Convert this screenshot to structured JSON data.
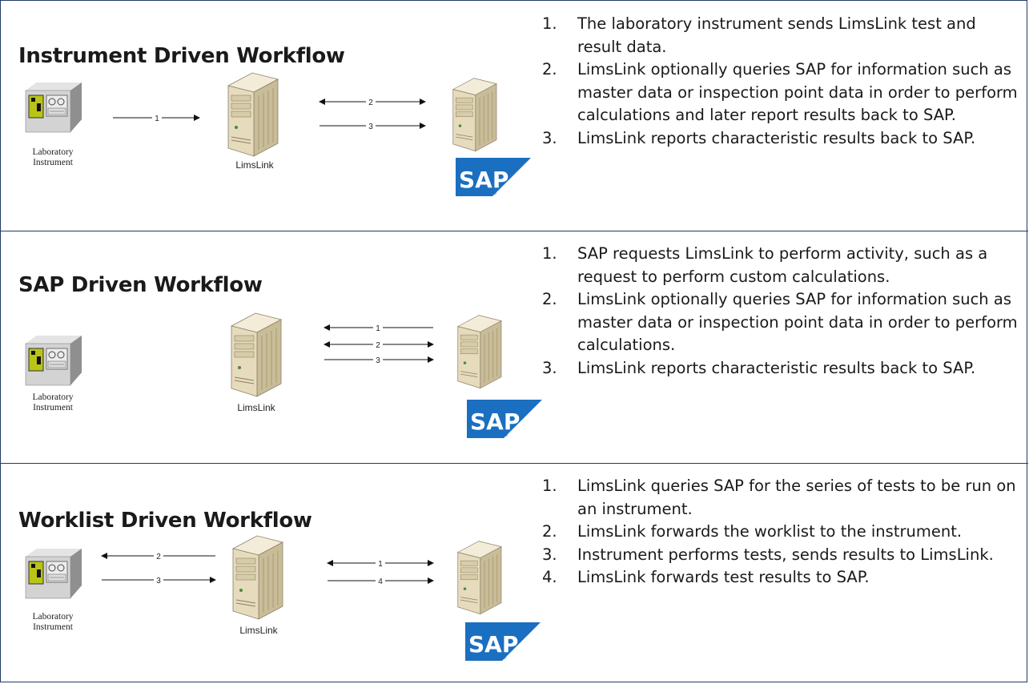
{
  "rows": [
    {
      "title": "Instrument Driven Workflow",
      "instrument_label_line1": "Laboratory",
      "instrument_label_line2": "Instrument",
      "server_label": "LimsLink",
      "sap_logo": "SAP",
      "arrows": [
        "1",
        "2",
        "3"
      ],
      "steps": [
        {
          "num": "1.",
          "text": "The laboratory instrument sends LimsLink test and result data."
        },
        {
          "num": "2.",
          "text": "LimsLink optionally queries SAP for information such as master data or inspection point data in order to perform calculations and later report results back to SAP."
        },
        {
          "num": "3.",
          "text": "LimsLink reports characteristic results back to SAP."
        }
      ]
    },
    {
      "title": "SAP Driven Workflow",
      "instrument_label_line1": "Laboratory",
      "instrument_label_line2": "Instrument",
      "server_label": "LimsLink",
      "sap_logo": "SAP",
      "arrows": [
        "1",
        "2",
        "3"
      ],
      "steps": [
        {
          "num": "1.",
          "text": "SAP requests LimsLink to perform activity, such as a request to perform custom calculations."
        },
        {
          "num": "2.",
          "text": "LimsLink optionally queries SAP for information such as master data or inspection point data in order to perform calculations."
        },
        {
          "num": "3.",
          "text": "LimsLink reports characteristic results back to SAP."
        }
      ]
    },
    {
      "title": "Worklist Driven Workflow",
      "instrument_label_line1": "Laboratory",
      "instrument_label_line2": "Instrument",
      "server_label": "LimsLink",
      "sap_logo": "SAP",
      "arrows": [
        "2",
        "3",
        "1",
        "4"
      ],
      "steps": [
        {
          "num": "1.",
          "text": "LimsLink queries SAP for the series of tests to be run on an instrument."
        },
        {
          "num": "2.",
          "text": "LimsLink forwards the worklist to the instrument."
        },
        {
          "num": "3.",
          "text": "Instrument performs tests, sends results to LimsLink."
        },
        {
          "num": "4.",
          "text": "LimsLink forwards test results to SAP."
        }
      ]
    }
  ],
  "icons": {
    "instrument": "laboratory-instrument-icon",
    "server": "server-tower-icon",
    "sap": "sap-logo-icon"
  },
  "colors": {
    "border": "#1f3b63",
    "sap_blue": "#1a6fc0",
    "instrument_screen": "#c8d21a",
    "server_body": "#e8dcc0"
  }
}
